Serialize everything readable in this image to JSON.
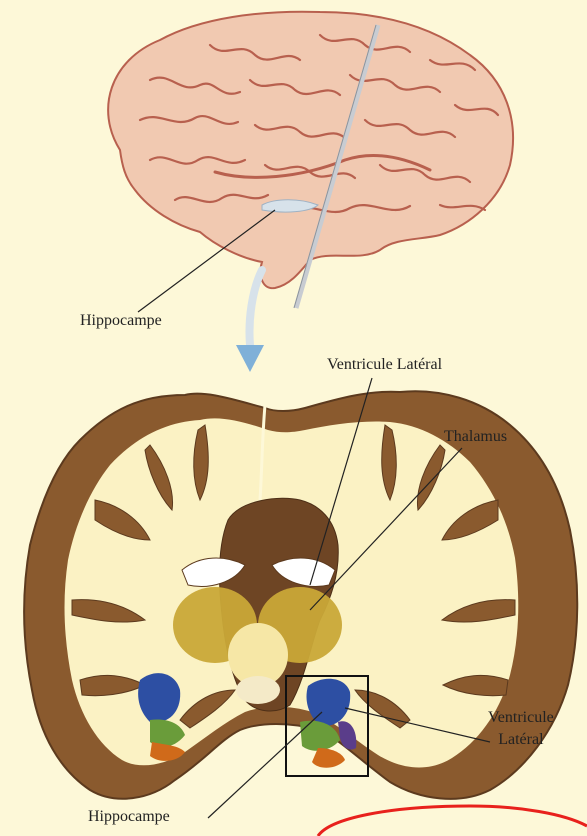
{
  "labels": {
    "hippocampe_top": "Hippocampe",
    "ventricule_lateral_top": "Ventricule Latéral",
    "thalamus": "Thalamus",
    "ventricule_right_line1": "Ventricule",
    "ventricule_right_line2": "Latéral",
    "hippocampe_bottom": "Hippocampe"
  },
  "colors": {
    "background": "#fdf8d8",
    "brain_surface": "#f1c9b1",
    "brain_sulci": "#b8604e",
    "grey_matter": "#8a5a2e",
    "white_matter": "#fbf2c4",
    "thalamus": "#c9a838",
    "hippocampus_blue": "#2d4fa3",
    "hippocampus_green": "#6a9c3a",
    "hippocampus_orange": "#d06a1a",
    "arrow": "#7fb0d8",
    "highlight_circle": "#e8211c"
  }
}
